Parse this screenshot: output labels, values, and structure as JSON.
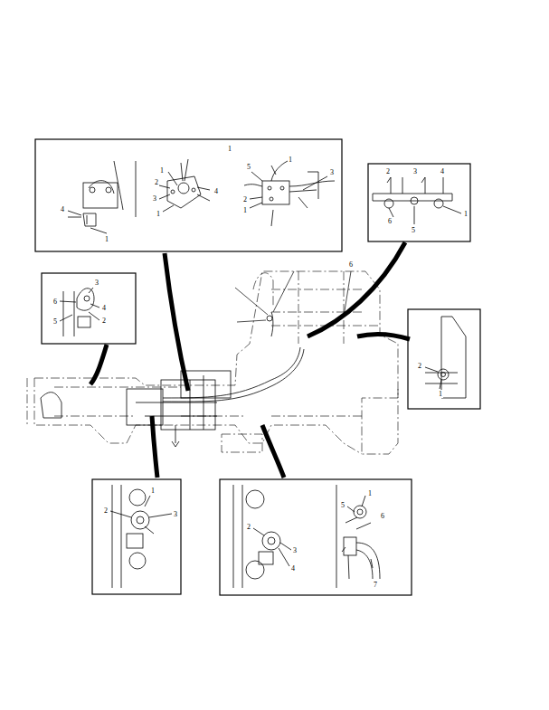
{
  "diagram": {
    "labels": [
      "1",
      "4",
      "1",
      "1",
      "2",
      "3",
      "4",
      "1",
      "5",
      "1",
      "3",
      "2",
      "1",
      "2",
      "3",
      "4",
      "1",
      "5",
      "6",
      "3",
      "6",
      "5",
      "4",
      "2",
      "6",
      "2",
      "1",
      "1",
      "2",
      "3",
      "1",
      "2",
      "3",
      "4",
      "5",
      "6",
      "7"
    ]
  }
}
